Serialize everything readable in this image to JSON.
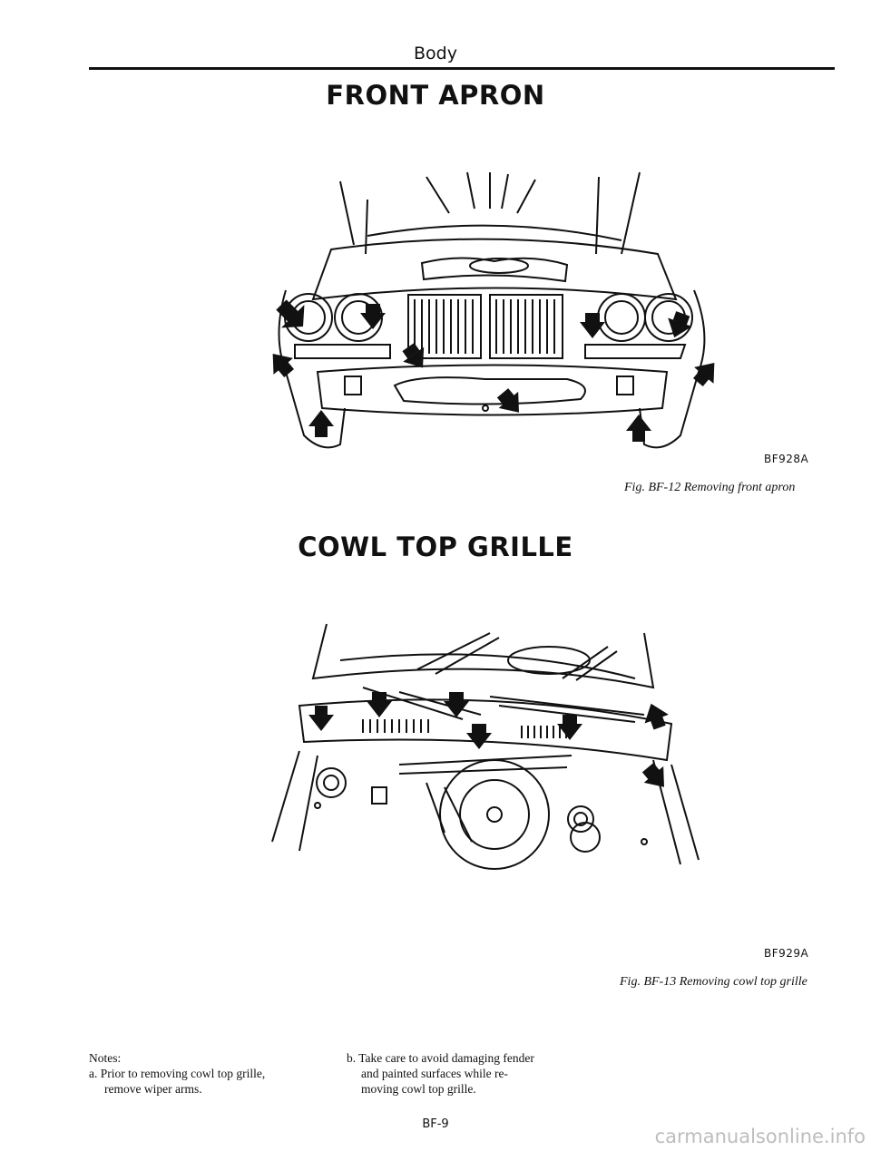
{
  "header": {
    "section": "Body"
  },
  "sections": [
    {
      "title": "FRONT APRON"
    },
    {
      "title": "COWL TOP GRILLE"
    }
  ],
  "figures": [
    {
      "code": "BF928A",
      "caption": "Fig. BF-12  Removing front apron"
    },
    {
      "code": "BF929A",
      "caption": "Fig. BF-13  Removing cowl top grille"
    }
  ],
  "notes": {
    "heading": "Notes:",
    "a": "a. Prior to removing cowl top grille,",
    "a_cont": "remove wiper arms.",
    "b": "b. Take care to avoid damaging fender",
    "b_cont1": "and painted surfaces while re-",
    "b_cont2": "moving cowl top grille."
  },
  "footer": {
    "page": "BF-9",
    "watermark": "carmanualsonline.info"
  },
  "icons": {
    "pointer": "arrow-pointer-icon"
  }
}
